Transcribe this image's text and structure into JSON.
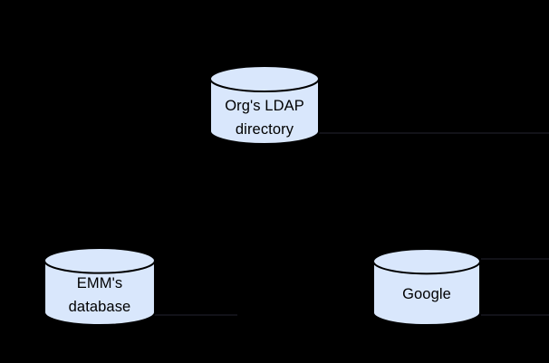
{
  "diagram": {
    "type": "database-sync-diagram",
    "background": "#000000"
  },
  "colors": {
    "node_fill": "#d9e7fc",
    "node_stroke": "#000000",
    "label_text": "#000000",
    "background": "#000000"
  },
  "nodes": {
    "ldap": {
      "shape": "cylinder",
      "lines": [
        "Org's LDAP",
        "directory"
      ]
    },
    "emm": {
      "shape": "cylinder",
      "lines": [
        "EMM's",
        "database"
      ]
    },
    "google": {
      "shape": "cylinder",
      "lines": [
        "Google"
      ]
    }
  }
}
